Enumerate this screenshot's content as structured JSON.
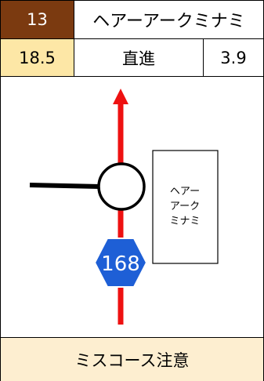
{
  "header": {
    "checkpoint_number": "13",
    "checkpoint_name": "ヘアーアークミナミ"
  },
  "info": {
    "cumulative_distance": "18.5",
    "direction": "直進",
    "interval_distance": "3.9"
  },
  "diagram": {
    "landmark_lines": [
      "ヘアー",
      "アーク",
      "ミナミ"
    ],
    "route_number": "168",
    "route_color": "#ee1111",
    "route_sign_color": "#1e5fd6"
  },
  "note": {
    "text": "ミスコース注意"
  }
}
